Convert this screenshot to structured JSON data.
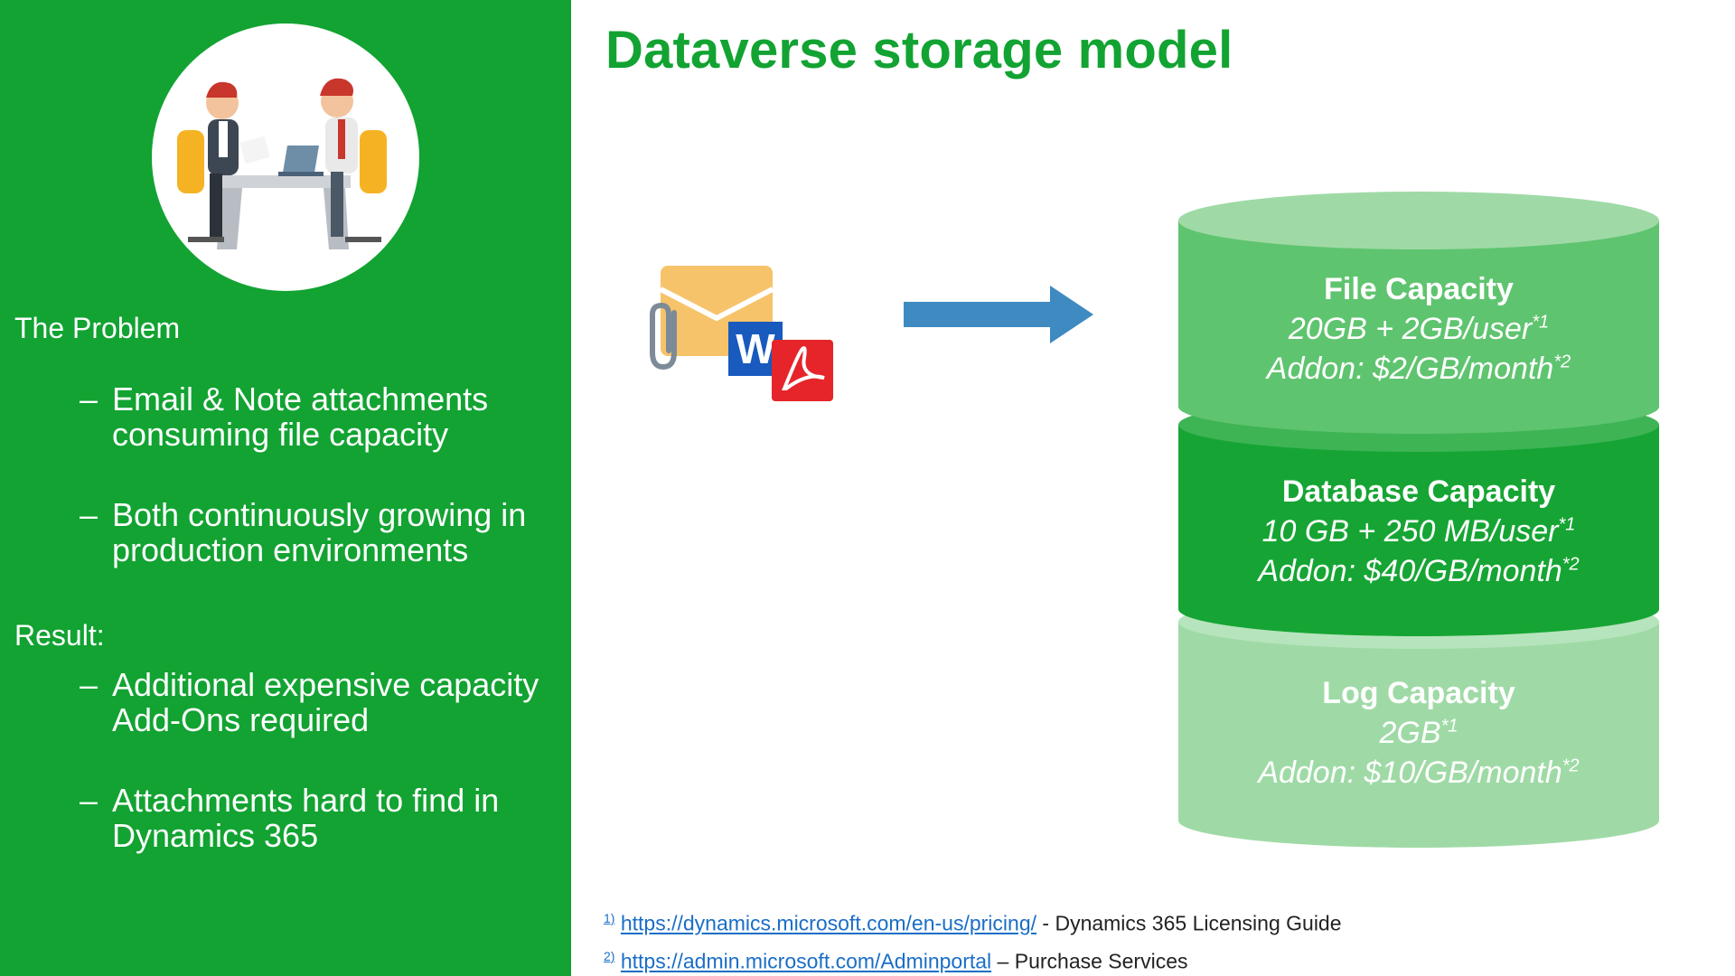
{
  "title": "Dataverse storage model",
  "sidebar": {
    "problem_heading": "The Problem",
    "problem_bullets": [
      "Email & Note attachments consuming file capacity",
      "Both continuously growing in production environments"
    ],
    "result_heading": "Result:",
    "result_bullets": [
      "Additional expensive capacity Add-Ons required",
      "Attachments hard to find in Dynamics 365"
    ],
    "bullet_dash": "–"
  },
  "icons": [
    "people-discussion-illustration",
    "envelope-icon",
    "paperclip-icon",
    "word-icon",
    "pdf-icon",
    "arrow-right-icon"
  ],
  "capacity": {
    "file": {
      "title": "File Capacity",
      "line1": "20GB + 2GB/user",
      "sup1": "*1",
      "line2": "Addon: $2/GB/month",
      "sup2": "*2"
    },
    "database": {
      "title": "Database Capacity",
      "line1": "10 GB + 250 MB/user",
      "sup1": "*1",
      "line2": "Addon: $40/GB/month",
      "sup2": "*2"
    },
    "log": {
      "title": "Log Capacity",
      "line1": "2GB",
      "sup1": "*1",
      "line2": "Addon: $10/GB/month",
      "sup2": "*2"
    }
  },
  "footnotes": [
    {
      "mark": "1)",
      "url": "https://dynamics.microsoft.com/en-us/pricing/",
      "desc": " - Dynamics 365 Licensing Guide"
    },
    {
      "mark": "2)",
      "url": "https://admin.microsoft.com/Adminportal",
      "desc": " – Purchase Services"
    }
  ],
  "colors": {
    "brand_green": "#12a332",
    "file_layer": "#5fc46f",
    "db_layer": "#16a534",
    "log_layer": "#9fdaa6",
    "arrow": "#3e8ac1",
    "link": "#1a6ec7"
  }
}
